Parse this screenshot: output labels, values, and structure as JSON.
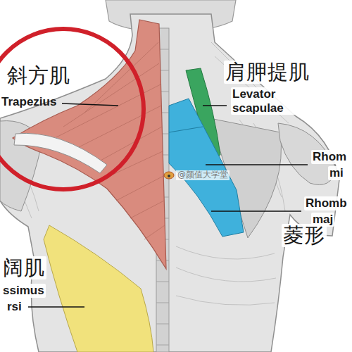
{
  "diagram": {
    "nodes": [
      {
        "text": [
          "斜方肌",
          "Trapezius"
        ]
      }
    ],
    "labels": [
      "肩胛提肌",
      "Levator scapulae",
      "Rhom",
      "mi",
      "Rhomb",
      "maj",
      "菱形",
      "阔肌",
      "ssimus",
      "rsi",
      "@颜值大学堂"
    ]
  }
}
